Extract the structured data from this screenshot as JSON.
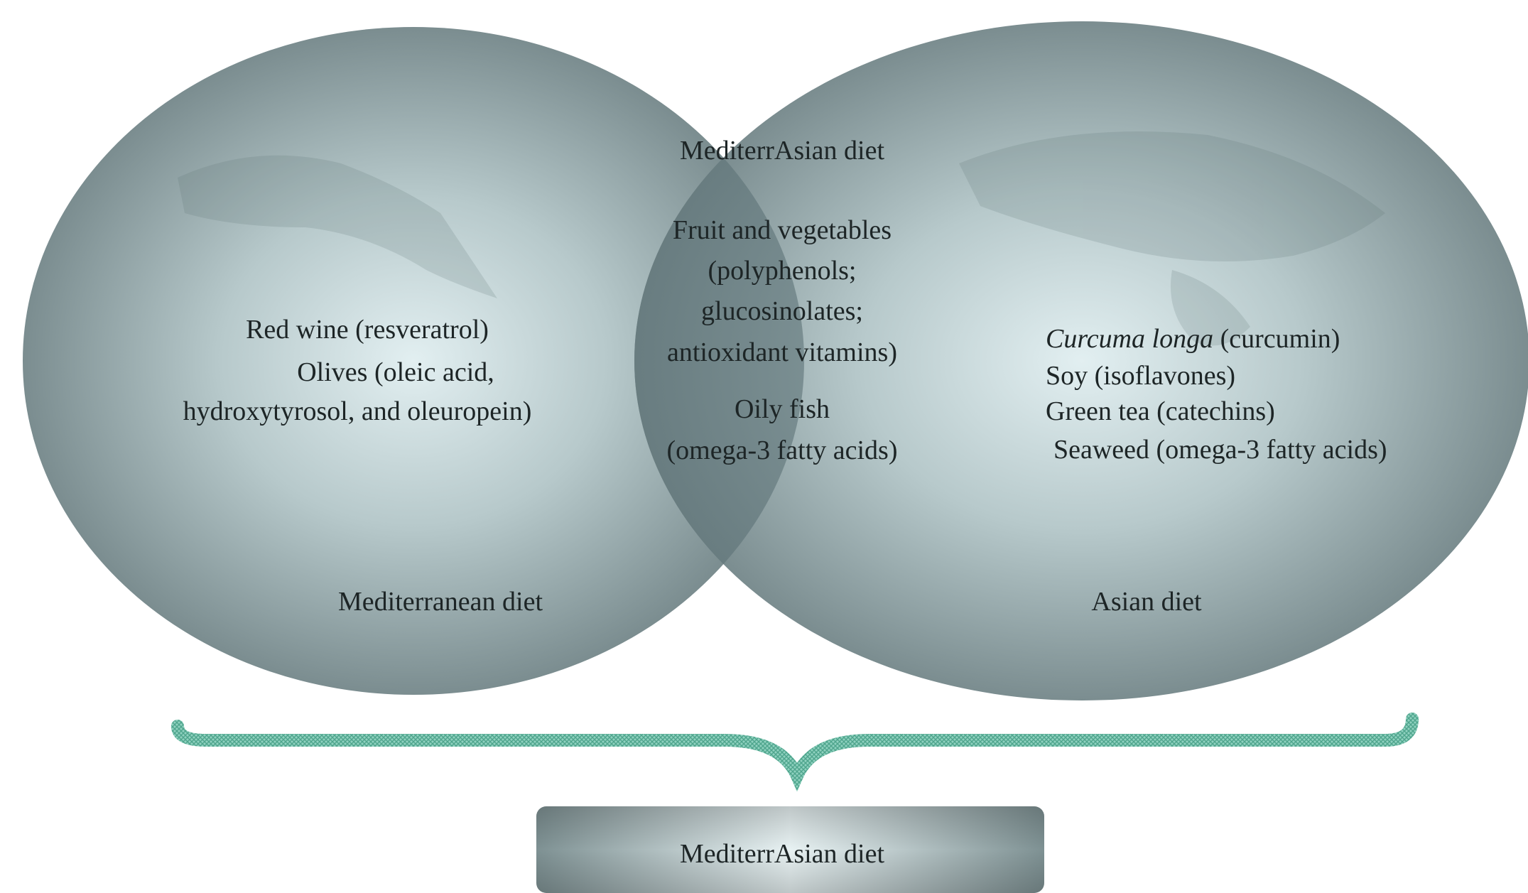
{
  "title": "",
  "overlap": {
    "heading": "MediterrAsian diet",
    "lines": [
      "Fruit and vegetables",
      "(polyphenols;",
      "glucosinolates;",
      "antioxidant vitamins)",
      "Oily fish",
      "(omega-3 fatty acids)"
    ]
  },
  "mediterranean": {
    "label": "Mediterranean diet",
    "lines": [
      "Red wine (resveratrol)",
      "Olives (oleic acid,",
      "hydroxytyrosol, and oleuropein)"
    ]
  },
  "asian": {
    "label": "Asian diet",
    "curcuma_species": "Curcuma longa",
    "curcuma_compound": " (curcumin)",
    "lines": [
      "Soy (isoflavones)",
      "Green tea (catechins)",
      "Seaweed (omega-3 fatty acids)"
    ]
  },
  "result": {
    "label": "MediterrAsian diet"
  },
  "colors": {
    "circle_edge": "#6e7f81",
    "circle_mid": "#9fb2b4",
    "circle_center": "#dfecee",
    "overlap": "#6f8487",
    "brace": "#6fbfa8",
    "box_edge": "#7a8c8e",
    "box_center": "#e6f0f1",
    "text": "#1d2526"
  }
}
